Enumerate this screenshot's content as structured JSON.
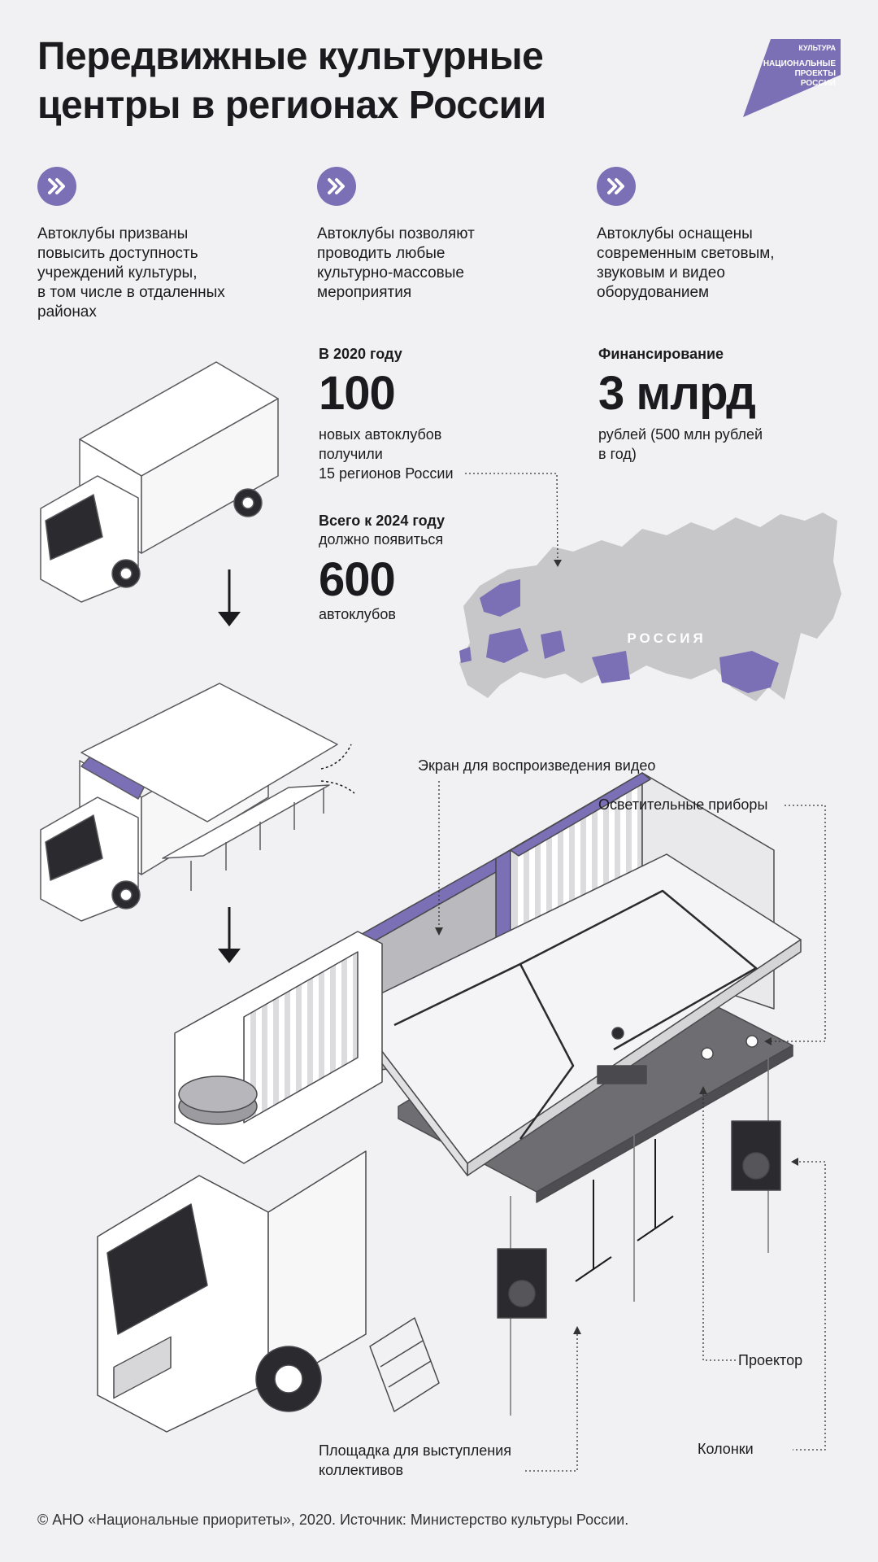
{
  "title": {
    "line1": "Передвижные культурные",
    "line2": "центры в регионах России"
  },
  "logo": {
    "top": "КУЛЬТУРА",
    "line1": "НАЦИОНАЛЬНЫЕ",
    "line2": "ПРОЕКТЫ",
    "line3": "РОССИИ"
  },
  "features": [
    {
      "icon": "double-chevron-right-icon",
      "lines": [
        "Автоклубы призваны",
        "повысить доступность",
        "учреждений культуры,",
        "в том числе в отдаленных",
        "районах"
      ]
    },
    {
      "icon": "double-chevron-right-icon",
      "lines": [
        "Автоклубы позволяют",
        "проводить любые",
        "культурно-массовые",
        "мероприятия"
      ]
    },
    {
      "icon": "double-chevron-right-icon",
      "lines": [
        "Автоклубы оснащены",
        "современным световым,",
        "звуковым и видео",
        "оборудованием"
      ]
    }
  ],
  "stats": {
    "year2020": {
      "label": "В 2020 году",
      "value": "100",
      "lines": [
        "новых автоклубов",
        "получили",
        "15 регионов России"
      ]
    },
    "total2024": {
      "label_lines": [
        "Всего к 2024 году",
        "должно появиться"
      ],
      "value": "600",
      "unit": "автоклубов"
    },
    "funding": {
      "label": "Финансирование",
      "value": "3 млрд",
      "lines": [
        "рублей (500 млн рублей",
        "в год)"
      ]
    }
  },
  "map": {
    "label": "РОССИЯ"
  },
  "callouts": {
    "screen": "Экран для воспроизведения видео",
    "lights": "Осветительные приборы",
    "projector": "Проектор",
    "speakers": "Колонки",
    "stage_lines": [
      "Площадка для выступления",
      "коллективов"
    ]
  },
  "footer": "© АНО «Национальные приоритеты», 2020. Источник: Министерство культуры России.",
  "colors": {
    "accent": "#7b6fb5",
    "background": "#f1f1f3",
    "text": "#1b1b1f",
    "map_gray": "#c7c7ca"
  }
}
